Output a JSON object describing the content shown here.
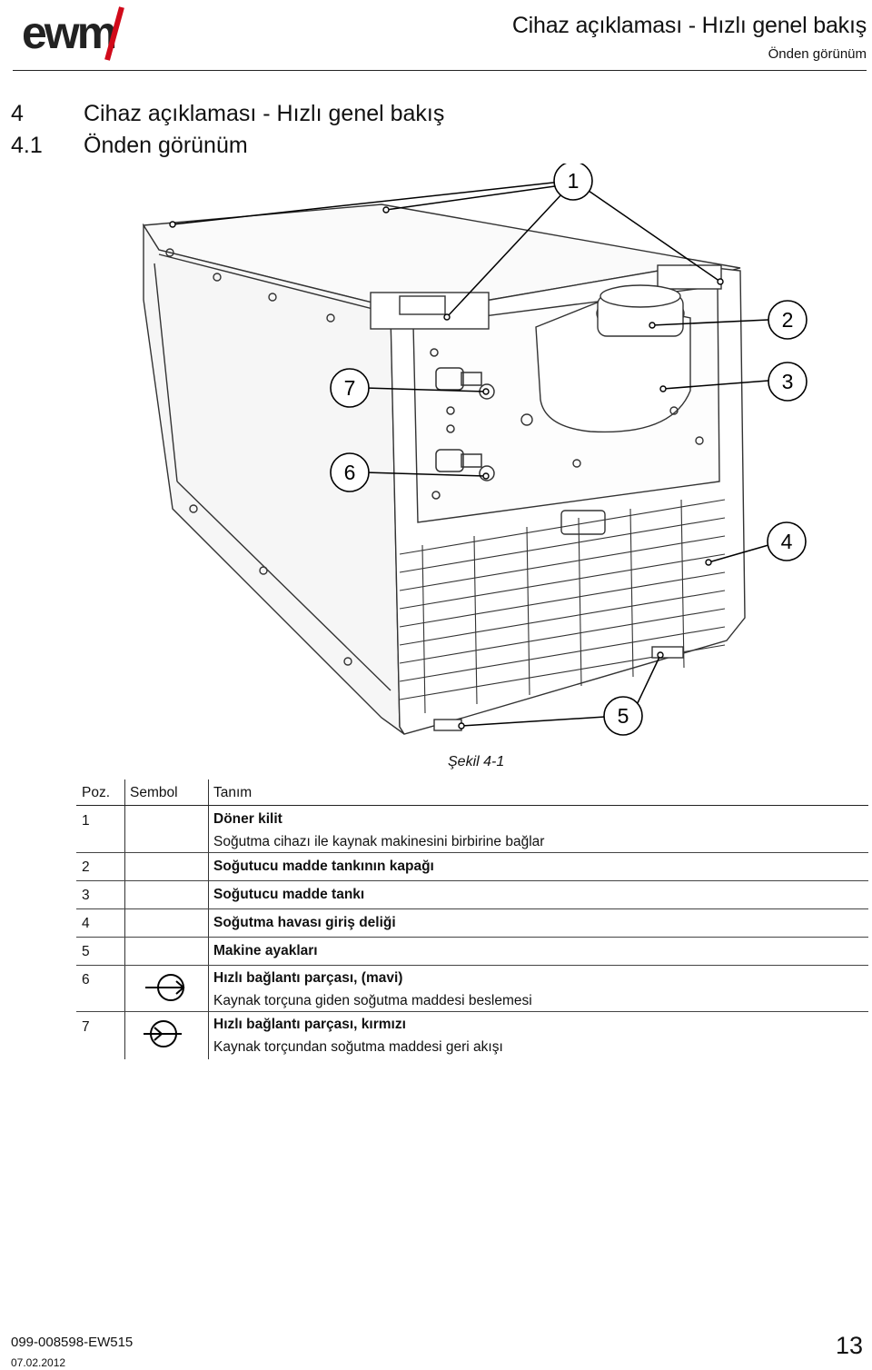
{
  "header": {
    "logo_text": "ewm",
    "title": "Cihaz açıklaması - Hızlı genel bakış",
    "subtitle": "Önden görünüm"
  },
  "section": {
    "chapter_num": "4",
    "chapter_title": "Cihaz açıklaması - Hızlı genel bakış",
    "sub_num": "4.1",
    "sub_title": "Önden görünüm"
  },
  "figure": {
    "callouts": [
      "1",
      "2",
      "3",
      "4",
      "5",
      "6",
      "7"
    ],
    "caption": "Şekil 4-1"
  },
  "legend": {
    "headers": {
      "poz": "Poz.",
      "sym": "Sembol",
      "desc": "Tanım"
    },
    "rows": [
      {
        "poz": "1",
        "symbol": "",
        "title": "Döner kilit",
        "detail": "Soğutma cihazı ile kaynak makinesini birbirine bağlar"
      },
      {
        "poz": "2",
        "symbol": "",
        "title": "Soğutucu madde tankının kapağı",
        "detail": ""
      },
      {
        "poz": "3",
        "symbol": "",
        "title": "Soğutucu madde tankı",
        "detail": ""
      },
      {
        "poz": "4",
        "symbol": "",
        "title": "Soğutma havası giriş deliği",
        "detail": ""
      },
      {
        "poz": "5",
        "symbol": "",
        "title": "Makine ayakları",
        "detail": ""
      },
      {
        "poz": "6",
        "symbol": "coolant-outlet-icon",
        "title": "Hızlı bağlantı parçası, (mavi)",
        "detail": "Kaynak torçuna giden soğutma maddesi beslemesi"
      },
      {
        "poz": "7",
        "symbol": "coolant-return-icon",
        "title": "Hızlı bağlantı parçası, kırmızı",
        "detail": "Kaynak torçundan soğutma maddesi geri akışı"
      }
    ]
  },
  "footer": {
    "doc_code": "099-008598-EW515",
    "date": "07.02.2012",
    "page": "13"
  }
}
